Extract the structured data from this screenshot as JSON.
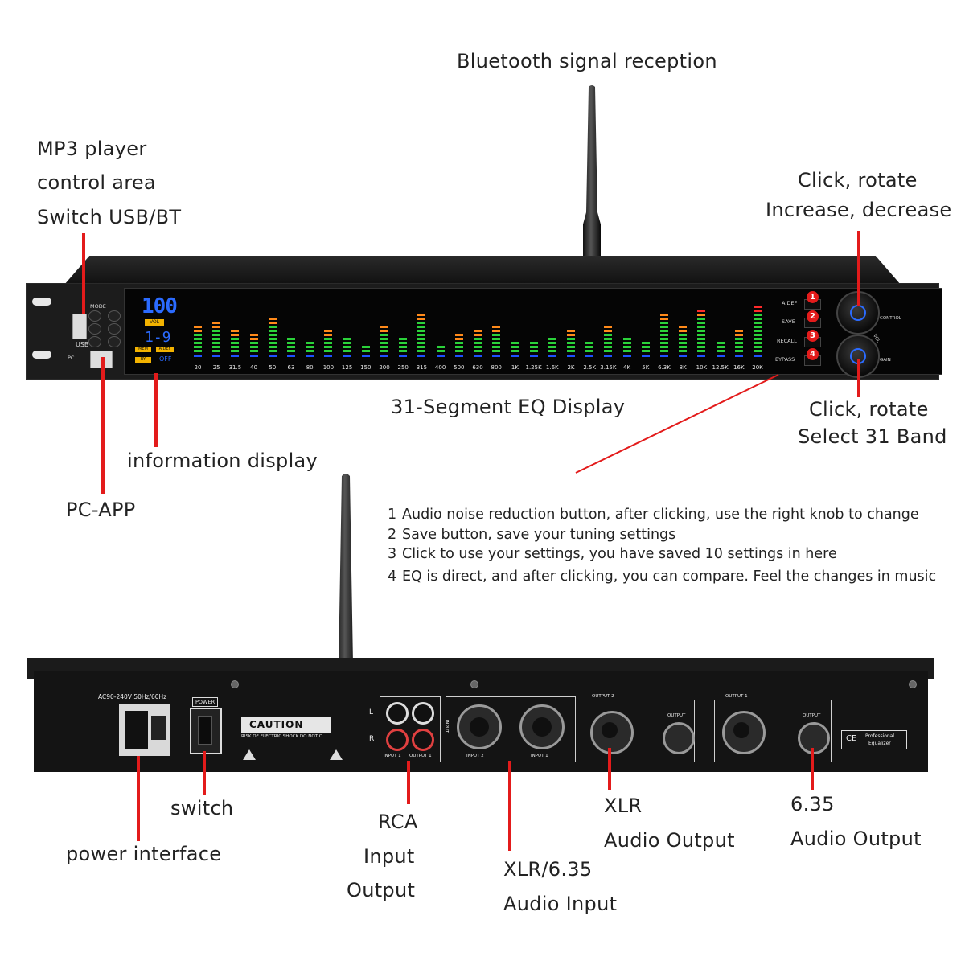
{
  "labels": {
    "bluetooth": "Bluetooth signal reception",
    "mp3_line1": "MP3 player",
    "mp3_line2": "control area",
    "mp3_line3": "Switch USB/BT",
    "click_rotate_top_1": "Click, rotate",
    "click_rotate_top_2": "Increase, decrease",
    "eq_display": "31-Segment EQ Display",
    "click_rotate_bot_1": "Click, rotate",
    "click_rotate_bot_2": "Select 31 Band",
    "info_display": "information display",
    "pc_app": "PC-APP",
    "switch": "switch",
    "power_interface": "power interface",
    "rca_1": "RCA",
    "rca_2": "Input",
    "rca_3": "Output",
    "xlr635_1": "XLR/6.35",
    "xlr635_2": "Audio Input",
    "xlr_1": "XLR",
    "xlr_2": "Audio Output",
    "out635_1": "6.35",
    "out635_2": "Audio Output"
  },
  "notes": [
    {
      "num": "1",
      "text": "Audio noise reduction button, after clicking, use the right knob to change"
    },
    {
      "num": "2",
      "text": "Save button, save your tuning settings"
    },
    {
      "num": "3",
      "text": "Click to use your settings, you have saved 10 settings in here"
    },
    {
      "num": "4",
      "text": "EQ is direct, and after clicking, you can compare. Feel the changes in music"
    }
  ],
  "front_panel": {
    "mode": "MODE",
    "usb": "USB",
    "pc": "PC",
    "vol_value": "100",
    "vol": "VOL",
    "preset": "1-9",
    "mem": "MEM",
    "adef_small": "A.DEF",
    "by": "BY",
    "off": "OFF",
    "buttons": [
      {
        "label": "A.DEF",
        "num": "1"
      },
      {
        "label": "SAVE",
        "num": "2"
      },
      {
        "label": "RECALL",
        "num": "3"
      },
      {
        "label": "BYPASS",
        "num": "4"
      }
    ],
    "control": "CONTROL",
    "gain": "GAIN",
    "vol_knob": "VOL",
    "bands": [
      "20",
      "25",
      "31.5",
      "40",
      "50",
      "63",
      "80",
      "100",
      "125",
      "150",
      "200",
      "250",
      "315",
      "400",
      "500",
      "630",
      "800",
      "1K",
      "1.25K",
      "1.6K",
      "2K",
      "2.5K",
      "3.15K",
      "4K",
      "5K",
      "6.3K",
      "8K",
      "10K",
      "12.5K",
      "16K",
      "20K"
    ],
    "levels": [
      7,
      8,
      6,
      5,
      9,
      4,
      3,
      6,
      4,
      2,
      7,
      4,
      10,
      2,
      5,
      6,
      7,
      3,
      3,
      4,
      6,
      3,
      7,
      4,
      3,
      10,
      7,
      11,
      3,
      6,
      12
    ]
  },
  "rear_panel": {
    "ac": "AC90-240V 50Hz/60Hz",
    "power": "POWER",
    "caution": "CAUTION",
    "caution_sub": "RISK OF ELECTRIC SHOCK DO NOT O",
    "rca_l": "L",
    "rca_r": "R",
    "input1_rca": "INPUT 1",
    "output1_rca": "OUTPUT 1",
    "input_vertical": "INPUT",
    "input2": "INPUT 2",
    "input1": "INPUT 1",
    "output2": "OUTPUT 2",
    "output_a": "OUTPUT",
    "output1": "OUTPUT 1",
    "output_b": "OUTPUT",
    "ce": "CE",
    "professional": "Professional",
    "equalizer": "Equalizer"
  },
  "colors": {
    "accent_red": "#e31b1b",
    "led_green": "#2bd23a",
    "led_orange": "#ff8a1a",
    "led_red": "#ff2a2a",
    "led_blue": "#1e50ff"
  }
}
